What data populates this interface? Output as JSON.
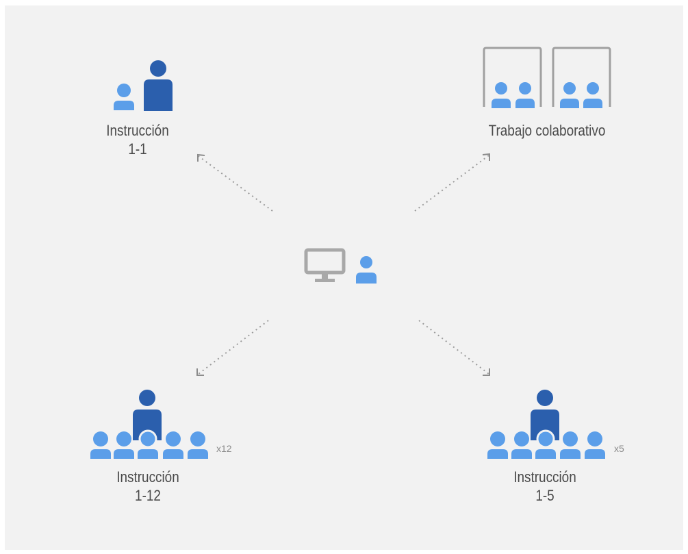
{
  "colors": {
    "background": "#f2f2f2",
    "person_light": "#5b9ee9",
    "person_dark": "#2b5fad",
    "monitor": "#a8a8a8",
    "arrow": "#999999",
    "text": "#4a4a4a"
  },
  "center": {
    "icons": [
      "monitor-icon",
      "person-icon"
    ]
  },
  "nodes": {
    "one_to_one": {
      "line1": "Instrucción",
      "line2": "1-1",
      "icons": [
        "student-icon",
        "teacher-icon"
      ]
    },
    "collaborative": {
      "line1": "Trabajo colaborativo",
      "icons": [
        "group-room-icon",
        "group-room-icon"
      ]
    },
    "one_to_twelve": {
      "line1": "Instrucción",
      "line2": "1-12",
      "multiplier": "x12",
      "icons": [
        "teacher-icon",
        "student-row-icon"
      ]
    },
    "one_to_five": {
      "line1": "Instrucción",
      "line2": "1-5",
      "multiplier": "x5",
      "icons": [
        "teacher-icon",
        "student-row-icon"
      ]
    }
  }
}
